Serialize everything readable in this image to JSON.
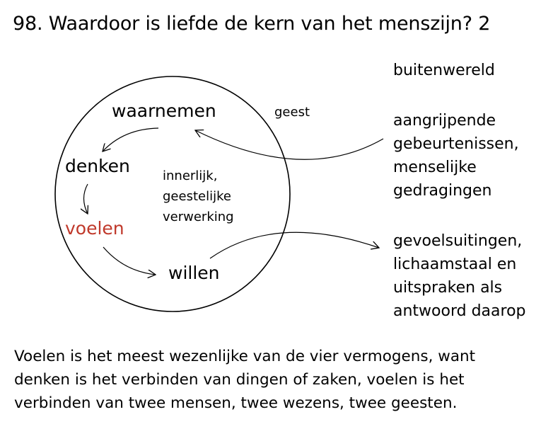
{
  "title": "98. Waardoor is liefde de kern van het menszijn? 2",
  "circle": {
    "waarnemen": "waarnemen",
    "denken": "denken",
    "voelen": "voelen",
    "willen": "willen",
    "inner_lines": [
      "innerlijk,",
      "geestelijke",
      "verwerking"
    ]
  },
  "geest": "geest",
  "right": {
    "buitenwereld": "buitenwereld",
    "input_lines": [
      "aangrijpende",
      "gebeurtenissen,",
      "menselijke",
      "gedragingen"
    ],
    "output_lines": [
      "gevoelsuitingen,",
      "lichaamstaal en",
      "uitspraken als",
      "antwoord daarop"
    ]
  },
  "caption_lines": [
    "Voelen is het meest wezenlijke van de vier vermogens, want",
    "denken is het verbinden van dingen of zaken, voelen is het",
    "verbinden van twee mensen, twee wezens, twee geesten."
  ],
  "colors": {
    "accent_voelen": "#c0392b",
    "text": "#000000"
  }
}
